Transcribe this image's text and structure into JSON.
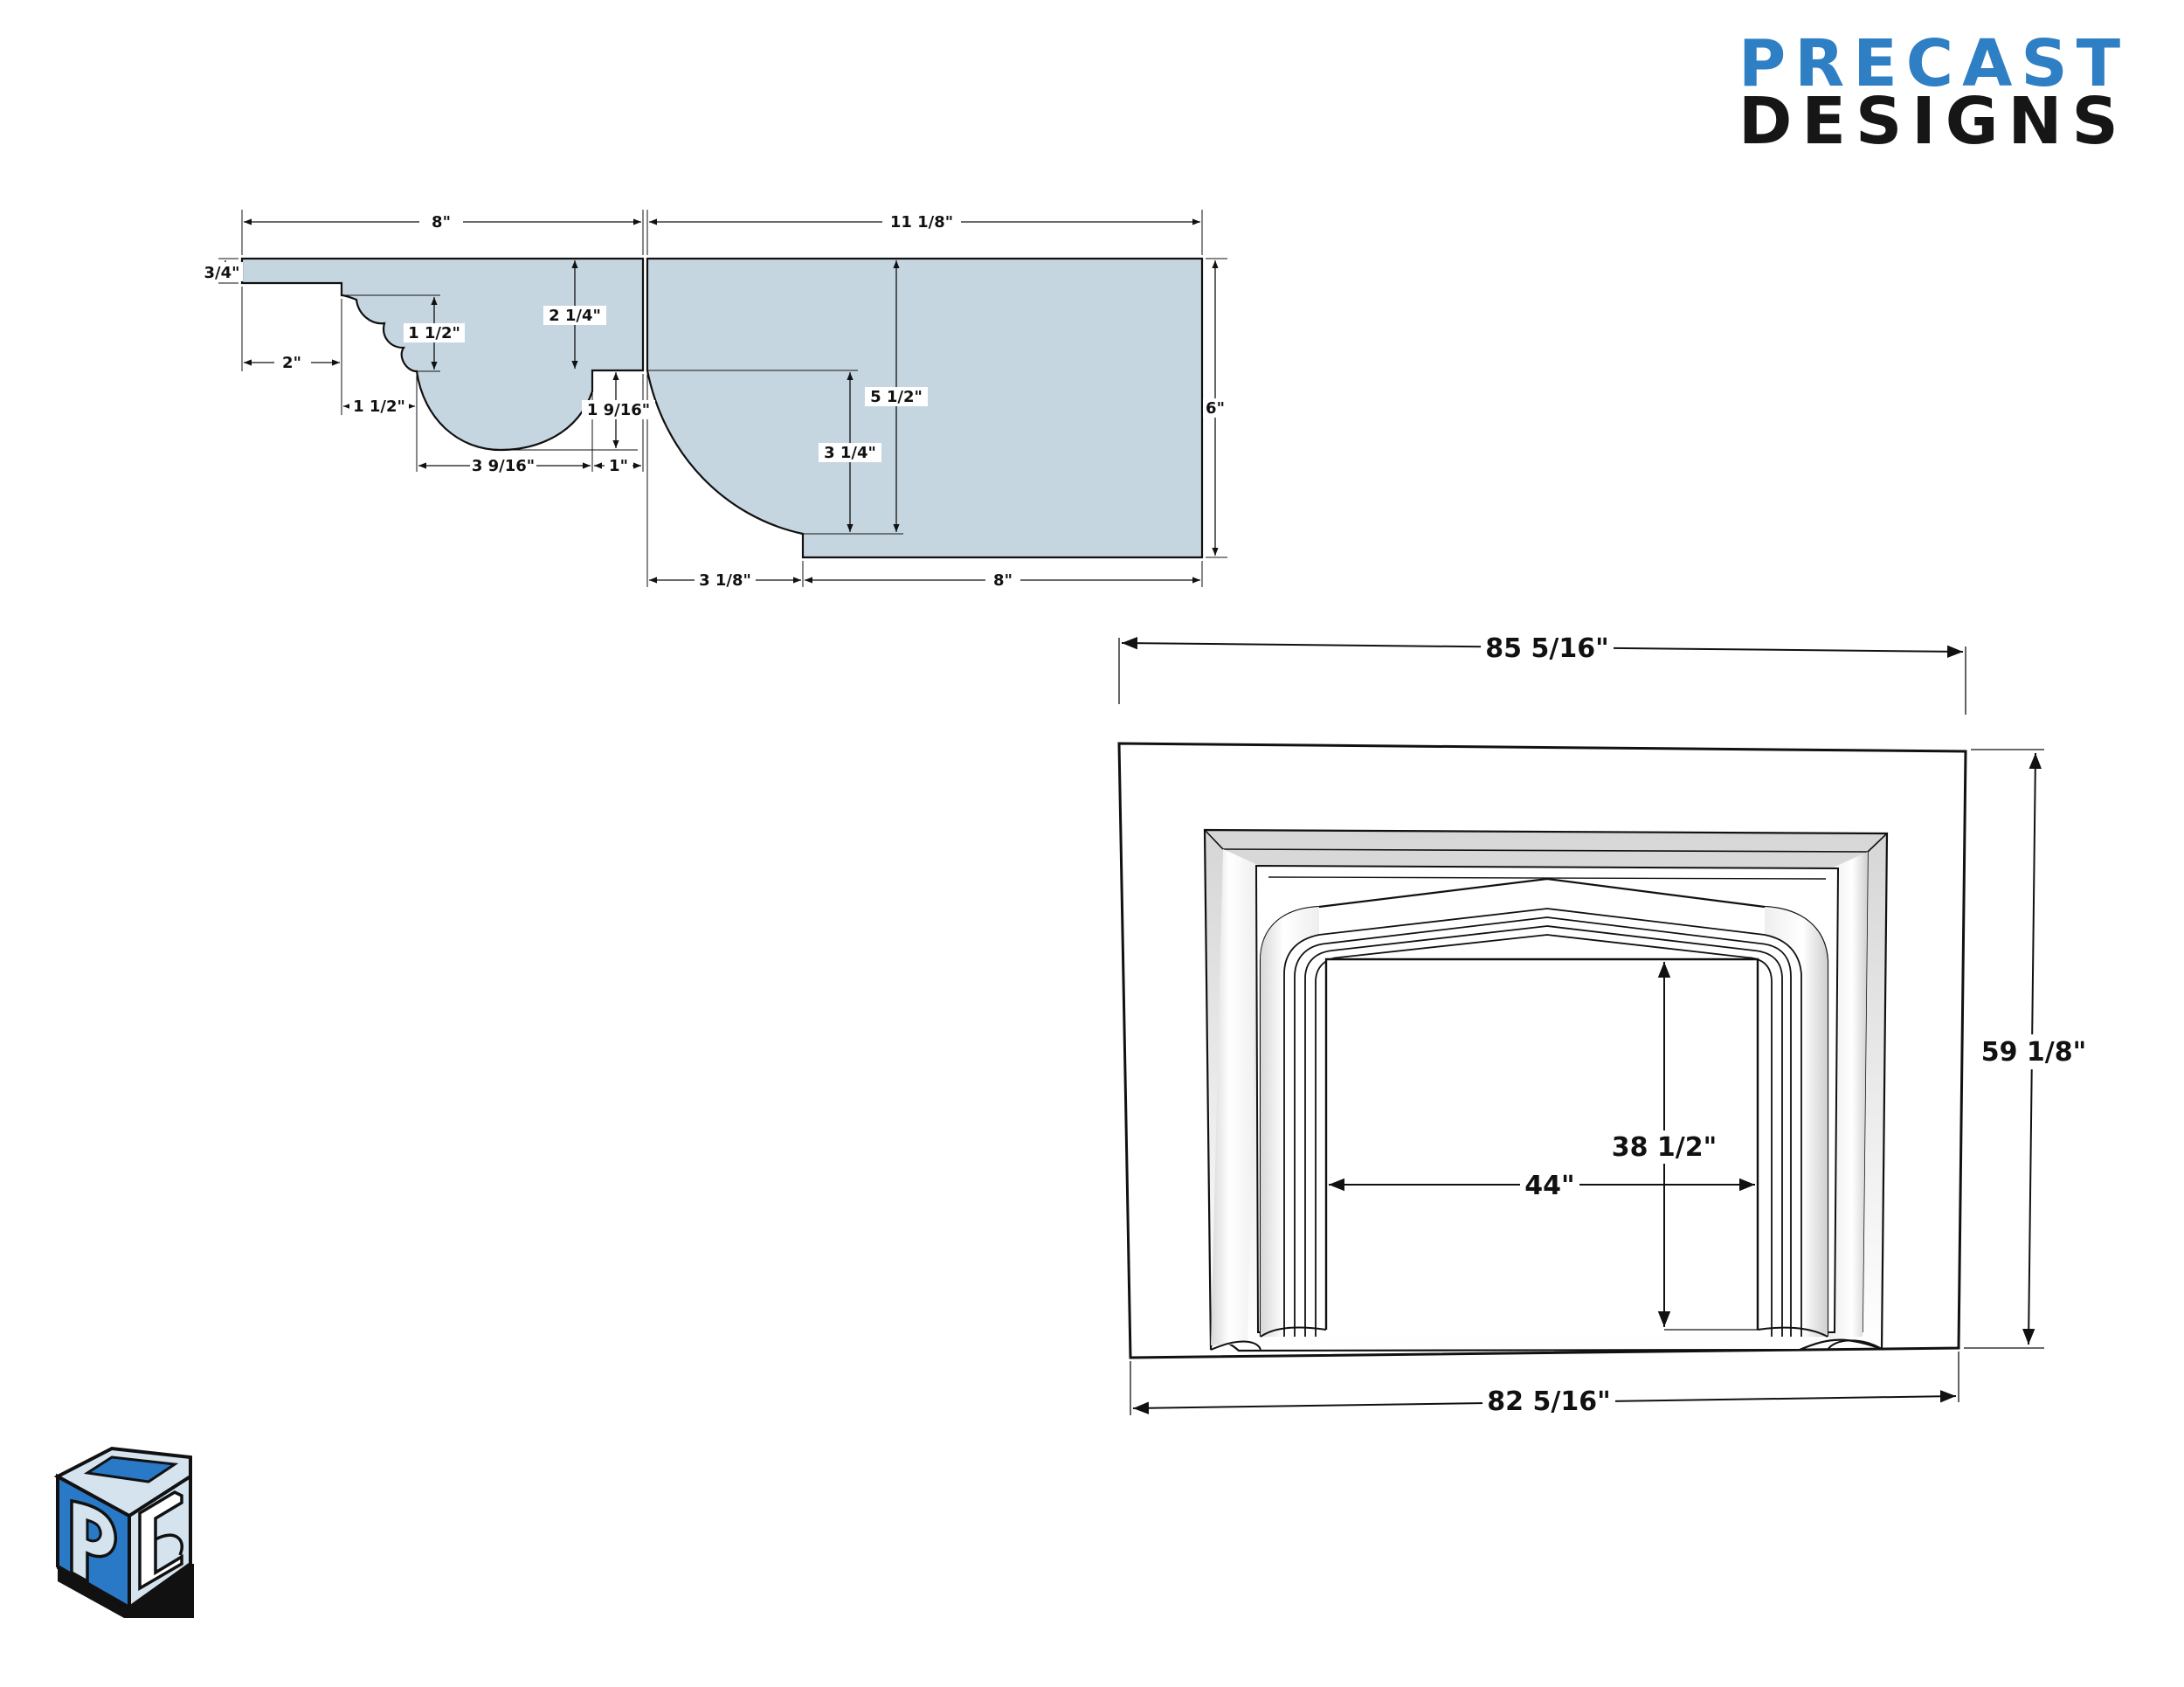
{
  "logo": {
    "line1": "PRECAST",
    "line2": "DESIGNS",
    "line1_color": "#2f7fc4",
    "line2_color": "#161616"
  },
  "colors": {
    "profile_fill": "#c6d6e1",
    "outline": "#111111",
    "emblem_blue": "#2a79c6",
    "emblem_light": "#d5e3ee"
  },
  "profile_dims": {
    "top_left": "8\"",
    "top_right": "11 1/8\"",
    "top_thickness": "3/4\"",
    "offset_left": "2\"",
    "cove_height": "1 1/2\"",
    "cove_width": "1 1/2\"",
    "drop_depth": "2 1/4\"",
    "bead_height": "1 9/16\"",
    "bead_width": "3 9/16\"",
    "fillet": "1\"",
    "inner_height": "5 1/2\"",
    "arc_height": "3 1/4\"",
    "total_height": "6\"",
    "arc_width": "3 1/8\"",
    "base_width": "8\""
  },
  "elevation_dims": {
    "overall_top_width": "85 5/16\"",
    "overall_bottom_width": "82 5/16\"",
    "overall_height": "59 1/8\"",
    "opening_width": "44\"",
    "opening_height": "38 1/2\""
  },
  "icons": {
    "brand_emblem": "pd-cube-emblem"
  }
}
